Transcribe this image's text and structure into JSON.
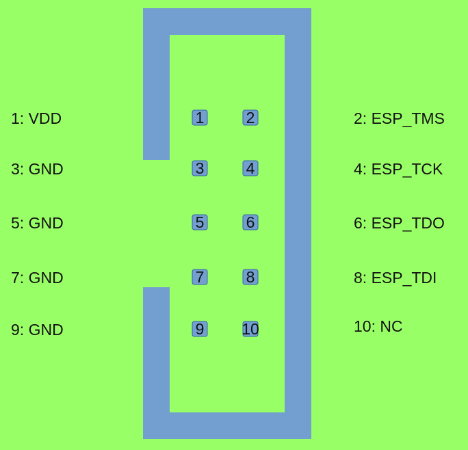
{
  "colors": {
    "background": "#99ff66",
    "connector_frame": "#729fcf",
    "pad_fill": "#729fcf",
    "pad_border": "#3465a4",
    "text": "#111111"
  },
  "pins": [
    {
      "number": "1",
      "label": "1: VDD"
    },
    {
      "number": "2",
      "label": "2: ESP_TMS"
    },
    {
      "number": "3",
      "label": "3: GND"
    },
    {
      "number": "4",
      "label": "4: ESP_TCK"
    },
    {
      "number": "5",
      "label": "5: GND"
    },
    {
      "number": "6",
      "label": "6: ESP_TDO"
    },
    {
      "number": "7",
      "label": "7: GND"
    },
    {
      "number": "8",
      "label": "8: ESP_TDI"
    },
    {
      "number": "9",
      "label": "9: GND"
    },
    {
      "number": "10",
      "label": "10: NC"
    }
  ]
}
